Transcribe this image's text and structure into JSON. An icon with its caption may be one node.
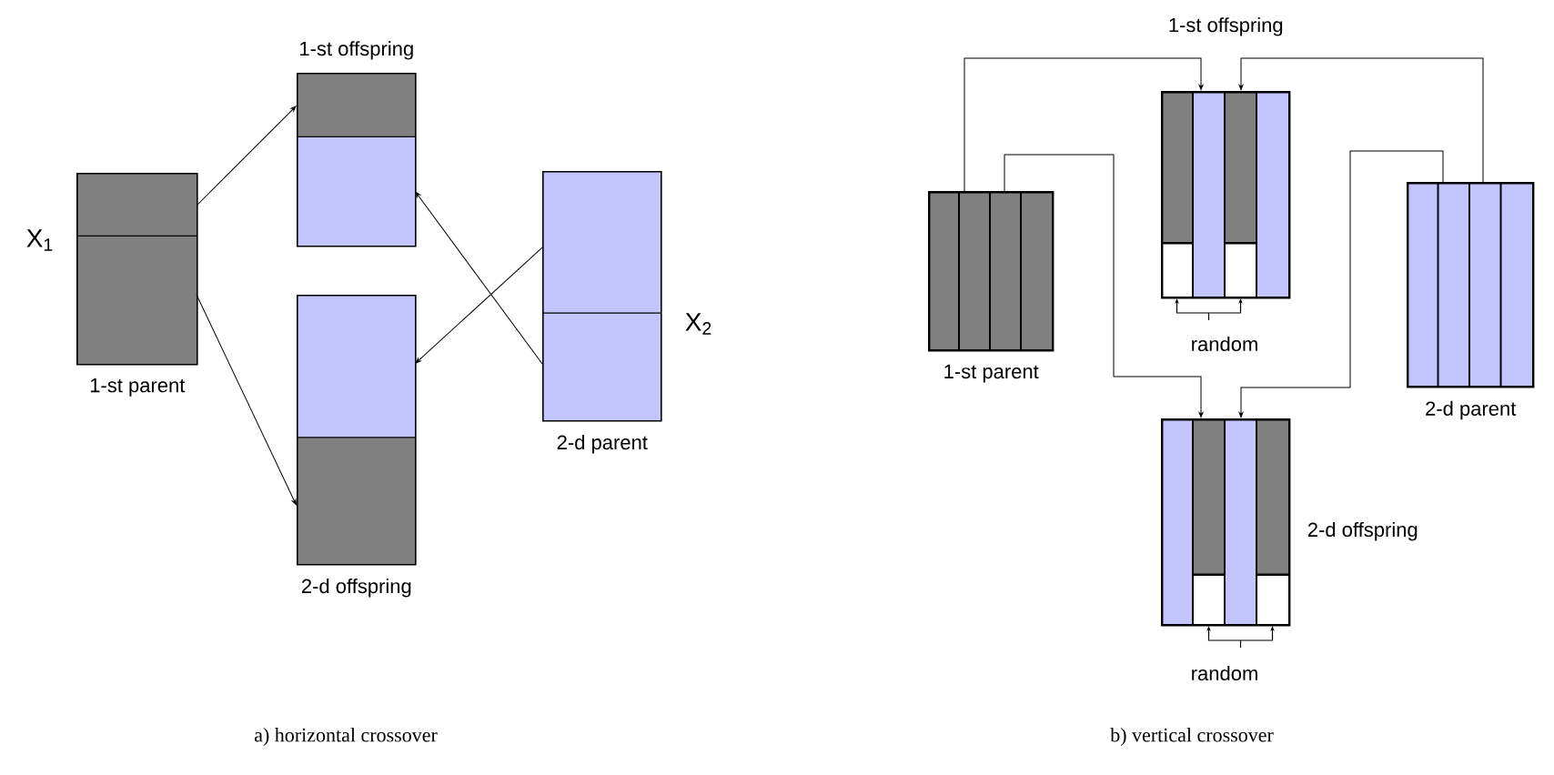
{
  "diagram": {
    "nodes": [
      {
        "text": [
          "1-st parent"
        ],
        "beside": [
          "X$_{1}$"
        ]
      },
      {
        "text": [
          "1-st offspring"
        ]
      },
      {
        "text": [
          "2-d offspring"
        ]
      },
      {
        "text": [
          "2-d parent"
        ],
        "beside": [
          "X$_{2}$"
        ]
      },
      {
        "text": [
          "1-st parent"
        ]
      },
      {
        "text": [
          "1-st offspring"
        ],
        "beside": [
          "random"
        ]
      },
      {
        "text": [
          "2-d parent"
        ]
      },
      {
        "text": [
          "2-d offspring"
        ],
        "beside": [
          "random"
        ]
      }
    ],
    "edges": [
      {
        "from": 0,
        "to": 1,
        "arrow": "to"
      },
      {
        "from": 0,
        "to": 2,
        "arrow": "to"
      },
      {
        "from": 3,
        "to": 1,
        "arrow": "to"
      },
      {
        "from": 3,
        "to": 2,
        "arrow": "to"
      },
      {
        "from": 4,
        "to": 5,
        "arrow": "to"
      },
      {
        "from": 6,
        "to": 5,
        "arrow": "to"
      },
      {
        "from": 4,
        "to": 7,
        "arrow": "to"
      },
      {
        "from": 6,
        "to": 7,
        "arrow": "to"
      }
    ],
    "labels": [
      "a) horizontal crossover",
      "b) vertical crossover"
    ]
  }
}
